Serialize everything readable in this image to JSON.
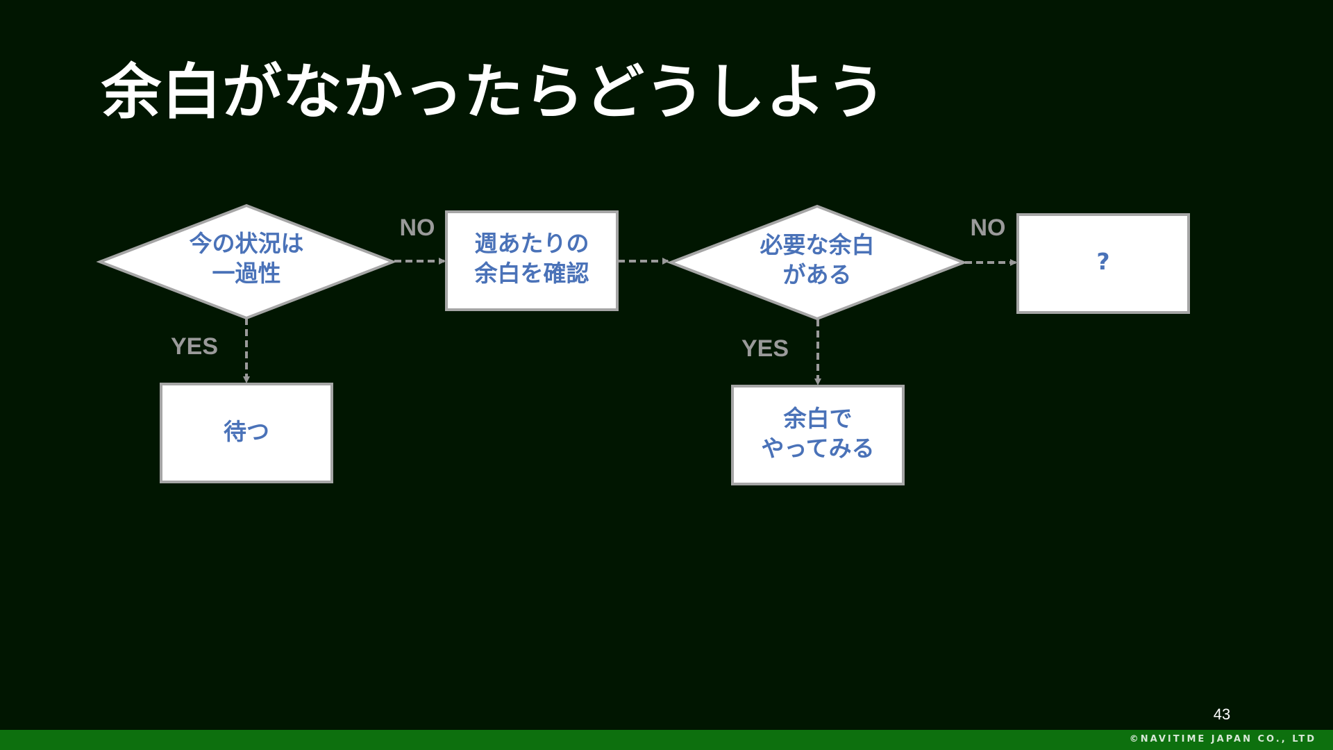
{
  "slide": {
    "title": "余白がなかったらどうしよう",
    "page_number": "43",
    "copyright": "©NAVITIME JAPAN CO., LTD"
  },
  "diagram": {
    "nodes": {
      "decision1": {
        "line1": "今の状況は",
        "line2": "一過性"
      },
      "process1": {
        "line1": "週あたりの",
        "line2": "余白を確認"
      },
      "decision2": {
        "line1": "必要な余白",
        "line2": "がある"
      },
      "unknown": {
        "label": "?"
      },
      "wait": {
        "label": "待つ"
      },
      "try": {
        "line1": "余白で",
        "line2": "やってみる"
      }
    },
    "labels": {
      "no1": "NO",
      "yes1": "YES",
      "no2": "NO",
      "yes2": "YES"
    },
    "colors": {
      "background": "#011601",
      "node_fill": "#ffffff",
      "node_border": "#a6a6a6",
      "node_text": "#4a72b8",
      "arrow": "#9a9a9a",
      "footer_bar": "#0d700e"
    }
  }
}
